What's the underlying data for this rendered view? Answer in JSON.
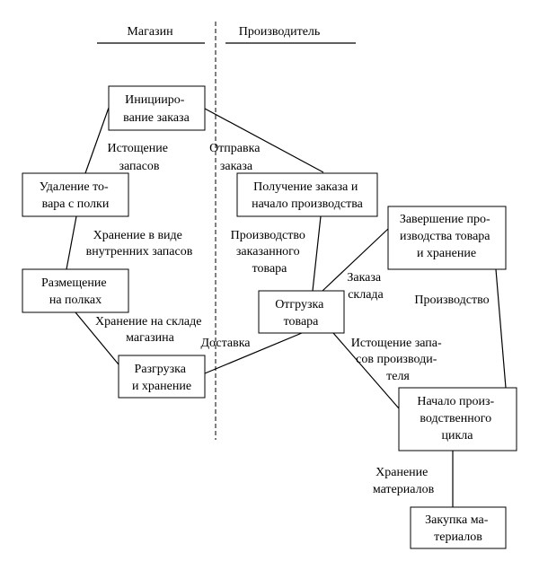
{
  "columns": {
    "store": "Магазин",
    "producer": "Производитель"
  },
  "nodes": {
    "initiation": [
      "Иницииро-",
      "вание заказа"
    ],
    "removal": [
      "Удаление то-",
      "вара с полки"
    ],
    "shelving": [
      "Размещение",
      "на полках"
    ],
    "unloading": [
      "Разгрузка",
      "и хранение"
    ],
    "receipt": [
      "Получение заказа и",
      "начало производства"
    ],
    "completion": [
      "Завершение про-",
      "изводства товара",
      "и хранение"
    ],
    "shipment": [
      "Отгрузка",
      "товара"
    ],
    "cycle_start": [
      "Начало произ-",
      "водственного",
      "цикла"
    ],
    "purchase": [
      "Закупка ма-",
      "териалов"
    ]
  },
  "edge_labels": {
    "depletion": [
      "Истощение",
      "запасов"
    ],
    "internal_storage": [
      "Хранение в виде",
      "внутренних запасов"
    ],
    "warehouse_storage": [
      "Хранение на складе",
      "магазина"
    ],
    "delivery": [
      "Доставка"
    ],
    "send_order": [
      "Отправка",
      "заказа"
    ],
    "produce_ordered": [
      "Производство",
      "заказанного",
      "товара"
    ],
    "warehouse_order": [
      "Заказа",
      "склада"
    ],
    "production": [
      "Производство"
    ],
    "producer_depletion": [
      "Истощение запа-",
      "сов производи-",
      "теля"
    ],
    "materials_storage": [
      "Хранение",
      "материалов"
    ]
  }
}
